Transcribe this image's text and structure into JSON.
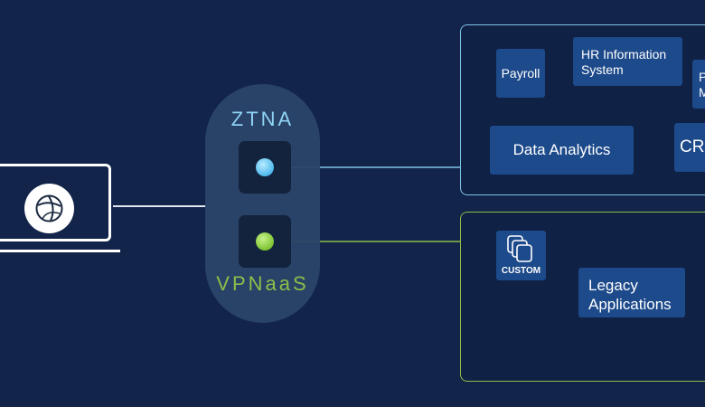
{
  "gateway": {
    "ztna_label": "ZTNA",
    "vpn_label": "VPNaaS"
  },
  "ztna_apps": {
    "payroll": "Payroll",
    "hr_line1": "HR Information",
    "hr_line2": "System",
    "partial_p_line1": "P",
    "partial_p_line2": "M",
    "data_analytics": "Data Analytics",
    "partial_cr": "CR"
  },
  "vpn_apps": {
    "custom": "CUSTOM",
    "legacy_line1": "Legacy",
    "legacy_line2": "Applications"
  },
  "colors": {
    "background": "#12244a",
    "ztna_accent": "#7ec3e6",
    "vpn_accent": "#8bbf4a",
    "app_tile": "#1d4a8a"
  }
}
